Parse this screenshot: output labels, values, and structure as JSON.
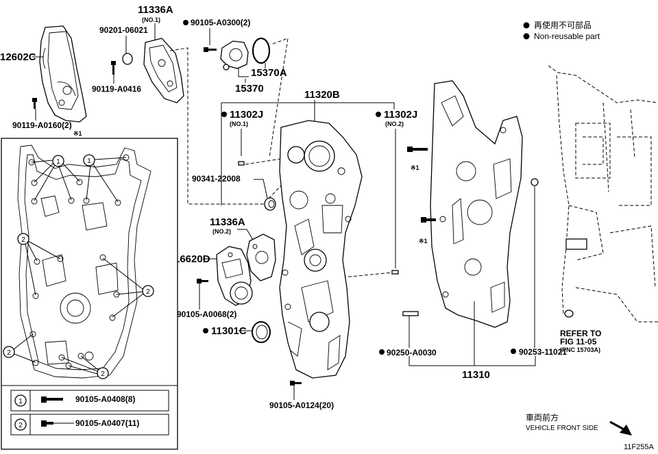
{
  "legend": {
    "reuse_jp": "再使用不可部品",
    "reuse_en": "Non-reusable part"
  },
  "parts": {
    "p12602c": "12602C",
    "p11336a_1": "11336A",
    "p11336a_1_no": "(NO.1)",
    "p90201": "90201-06021",
    "p90105_0300": "90105-A0300(2)",
    "p90119_0416": "90119-A0416",
    "p15370a": "15370A",
    "p15370": "15370",
    "p90119_0160": "90119-A0160(2)",
    "note_x1_a": "※1",
    "p11320b": "11320B",
    "p11302j_1": "11302J",
    "p11302j_1_no": "(NO.1)",
    "p11302j_2": "11302J",
    "p11302j_2_no": "(NO.2)",
    "p90341": "90341-22008",
    "p11336a_2": "11336A",
    "p11336a_2_no": "(NO.2)",
    "p16620d": "16620D",
    "p90105_0068": "90105-A0068(2)",
    "p11301c": "11301C",
    "p90105_0124": "90105-A0124(20)",
    "p90250": "90250-A0030",
    "p90253": "90253-11021",
    "p11310": "11310",
    "note_x1_b": "※1",
    "note_x1_c": "※1",
    "refer_1": "REFER TO",
    "refer_2": "FIG 11-05",
    "refer_3": "(PNC 15703A)",
    "vehicle_jp": "車両前方",
    "vehicle_en": "VEHICLE FRONT SIDE",
    "fig_code": "11F255A"
  },
  "inset": {
    "marker_1": "1",
    "marker_2": "2",
    "row1_part": "90105-A0408(8)",
    "row2_part": "90105-A0407(11)"
  }
}
